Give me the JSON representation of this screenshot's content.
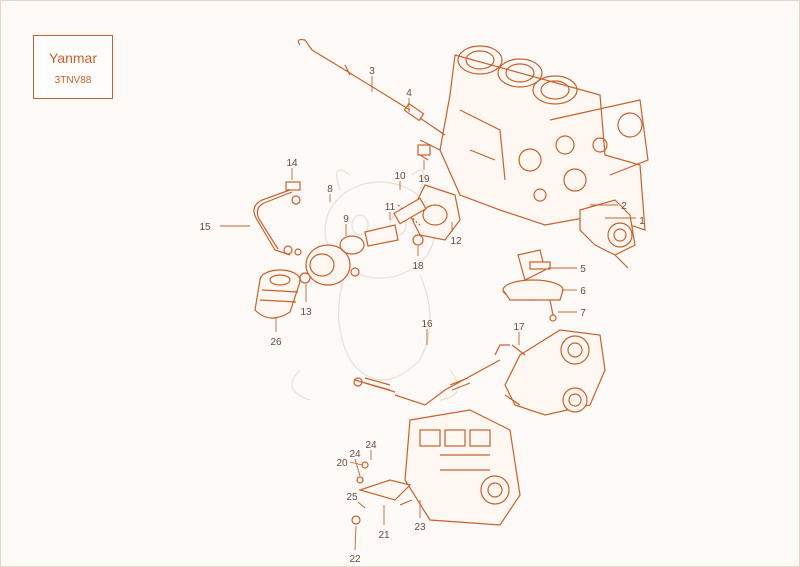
{
  "title": {
    "brand": "Yanmar",
    "model": "3TNV88"
  },
  "colors": {
    "line": "#c8612c",
    "background": "#fdfaf7",
    "watermark": "#e8dcd4"
  },
  "parts": [
    {
      "id": "1",
      "label": "1"
    },
    {
      "id": "2",
      "label": "2"
    },
    {
      "id": "3",
      "label": "3"
    },
    {
      "id": "4",
      "label": "4"
    },
    {
      "id": "5",
      "label": "5"
    },
    {
      "id": "6",
      "label": "6"
    },
    {
      "id": "7",
      "label": "7"
    },
    {
      "id": "8",
      "label": "8"
    },
    {
      "id": "9",
      "label": "9"
    },
    {
      "id": "10",
      "label": "10"
    },
    {
      "id": "11",
      "label": "11"
    },
    {
      "id": "12",
      "label": "12"
    },
    {
      "id": "13",
      "label": "13"
    },
    {
      "id": "14",
      "label": "14"
    },
    {
      "id": "15",
      "label": "15"
    },
    {
      "id": "16",
      "label": "16"
    },
    {
      "id": "17",
      "label": "17"
    },
    {
      "id": "18",
      "label": "18"
    },
    {
      "id": "19",
      "label": "19"
    },
    {
      "id": "20",
      "label": "20"
    },
    {
      "id": "21",
      "label": "21"
    },
    {
      "id": "22",
      "label": "22"
    },
    {
      "id": "23",
      "label": "23"
    },
    {
      "id": "24a",
      "label": "24"
    },
    {
      "id": "24b",
      "label": "24"
    },
    {
      "id": "25",
      "label": "25"
    },
    {
      "id": "26",
      "label": "26"
    }
  ]
}
